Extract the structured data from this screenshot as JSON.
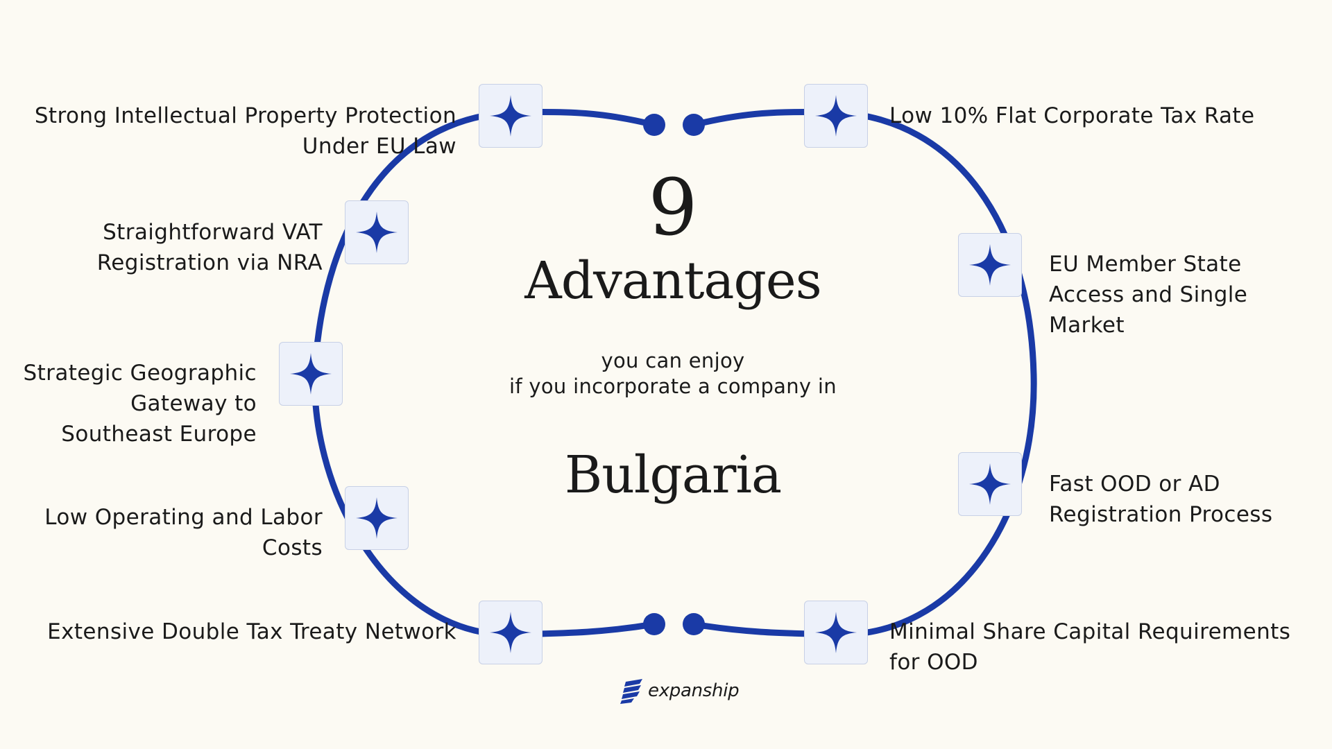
{
  "heading": {
    "count": "9",
    "title": "Advantages",
    "subtitle_line1": "you can enjoy",
    "subtitle_line2": "if you incorporate a company in",
    "country": "Bulgaria"
  },
  "advantages": [
    "Strong Intellectual Property Protection\nUnder EU Law",
    "Straightforward VAT\nRegistration via NRA",
    "Strategic Geographic\nGateway to\nSoutheast Europe",
    "Low Operating and Labor\nCosts",
    "Extensive Double Tax Treaty Network",
    "Low 10% Flat Corporate Tax Rate",
    "EU Member State\nAccess and Single\nMarket",
    "Fast OOD or AD\nRegistration Process",
    "Minimal Share Capital Requirements\nfor OOD"
  ],
  "brand": {
    "name": "expanship"
  },
  "icons": {
    "node_icon": "four-point-star-icon",
    "brand_icon": "expanship-logo-icon"
  },
  "colors": {
    "accent": "#1a3aa6",
    "background": "#fcfaf3",
    "node_fill": "#edf1fa",
    "text": "#1a1a1a"
  }
}
